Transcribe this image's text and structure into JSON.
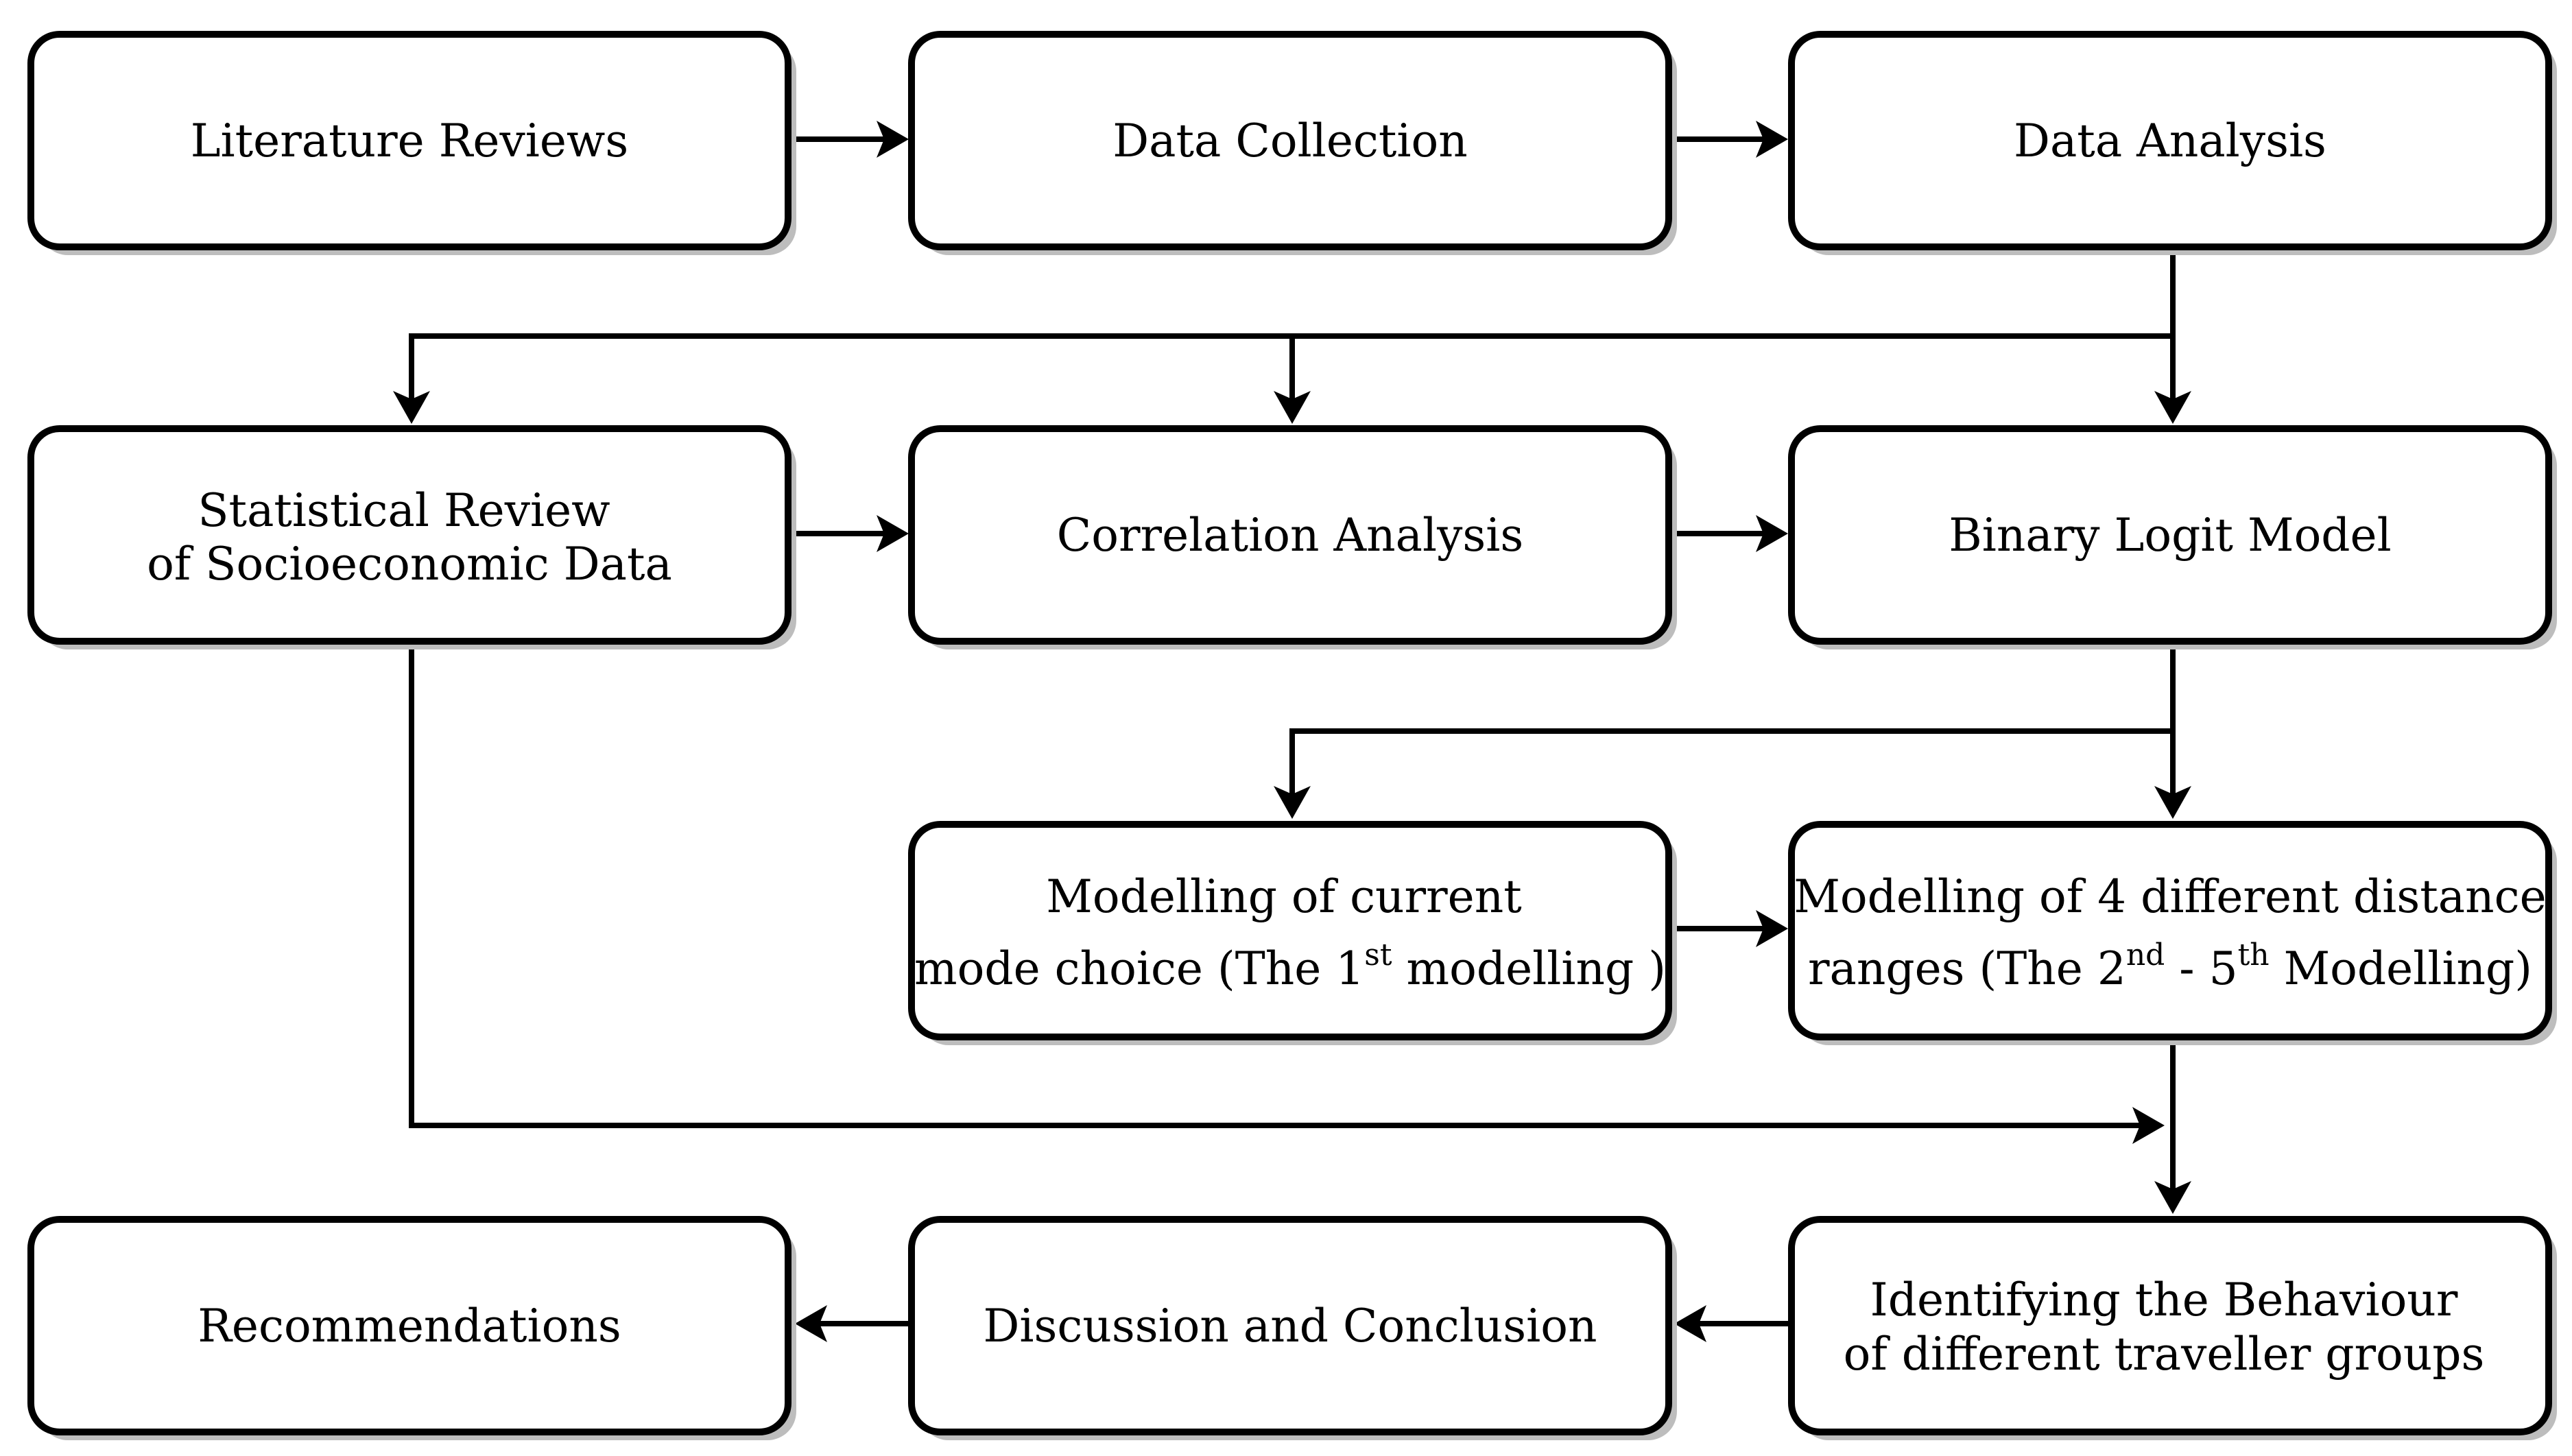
{
  "boxes": {
    "literature_reviews": {
      "lines": [
        "Literature Reviews"
      ]
    },
    "data_collection": {
      "lines": [
        "Data Collection"
      ]
    },
    "data_analysis": {
      "lines": [
        "Data Analysis"
      ]
    },
    "statistical_review": {
      "lines": [
        "Statistical Review",
        "of Socioeconomic Data"
      ]
    },
    "correlation_analysis": {
      "lines": [
        "Correlation Analysis"
      ]
    },
    "binary_logit_model": {
      "lines": [
        "Binary Logit Model"
      ]
    },
    "modelling_current": {
      "line1": "Modelling of current",
      "line2_pre": "mode choice (The 1",
      "line2_sup": "st",
      "line2_post": " modelling )"
    },
    "modelling_ranges": {
      "line1": "Modelling of 4 different distance",
      "line2_pre": "ranges (The 2",
      "line2_sup1": "nd",
      "line2_mid": " - 5",
      "line2_sup2": "th",
      "line2_post": " Modelling)"
    },
    "identifying_behaviour": {
      "lines": [
        "Identifying the Behaviour",
        "of different traveller groups"
      ]
    },
    "discussion_conclusion": {
      "lines": [
        "Discussion and Conclusion"
      ]
    },
    "recommendations": {
      "lines": [
        "Recommendations"
      ]
    }
  }
}
